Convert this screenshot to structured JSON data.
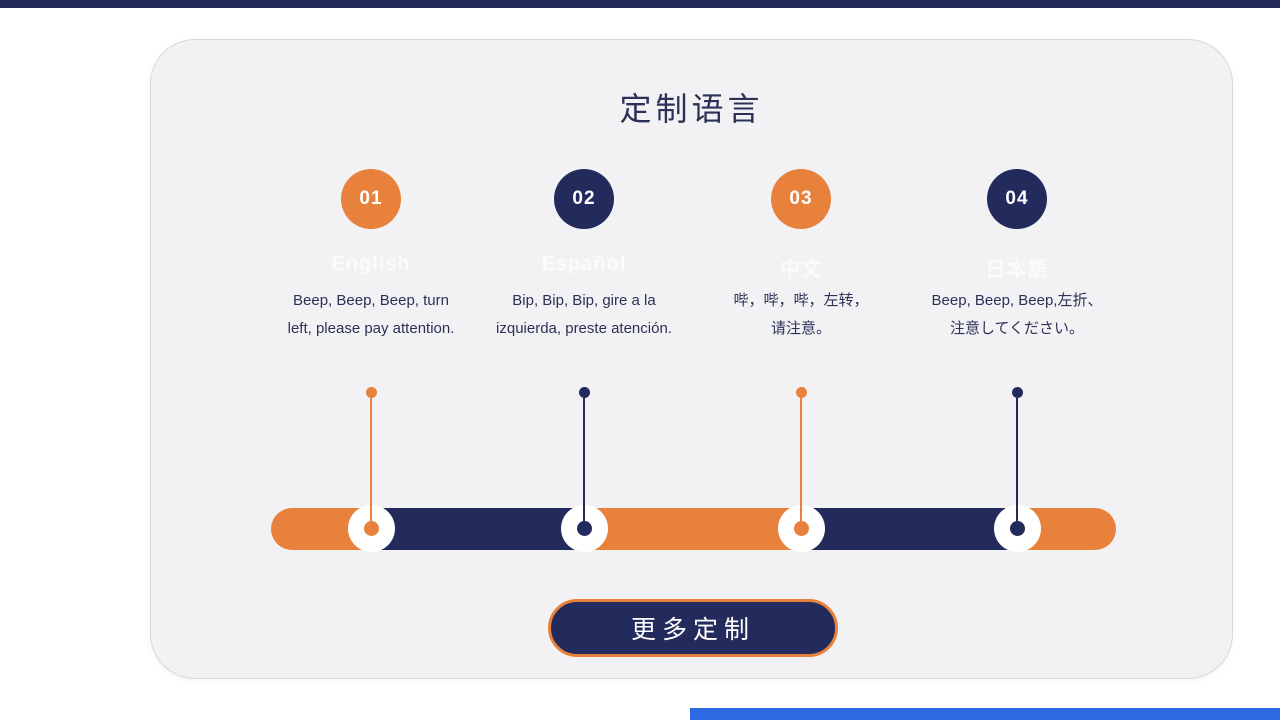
{
  "colors": {
    "orange": "#e8813b",
    "navy": "#232a5c",
    "blue": "#2c6ae4",
    "text": "#2b3157",
    "cardbg": "#f2f2f4",
    "ghost": "#fbfbfd"
  },
  "section": {
    "title": "定制语言"
  },
  "steps": [
    {
      "number": "01",
      "accent": "orange",
      "language": "English",
      "line1": "Beep, Beep, Beep, turn",
      "line2": "left, please pay attention."
    },
    {
      "number": "02",
      "accent": "navy",
      "language": "Español",
      "line1": "Bip, Bip, Bip, gire a la",
      "line2": "izquierda, preste atención."
    },
    {
      "number": "03",
      "accent": "orange",
      "language": "中文",
      "line1": "哔，哔，哔，左转，",
      "line2": "请注意。"
    },
    {
      "number": "04",
      "accent": "navy",
      "language": "日本語",
      "line1": "Beep, Beep, Beep,左折、",
      "line2": "注意してください。"
    }
  ],
  "timeline": {
    "segments": [
      "orange",
      "navy",
      "orange",
      "navy",
      "orange"
    ],
    "markers": [
      "orange",
      "navy",
      "orange",
      "navy"
    ]
  },
  "button": {
    "label": "更多定制"
  }
}
